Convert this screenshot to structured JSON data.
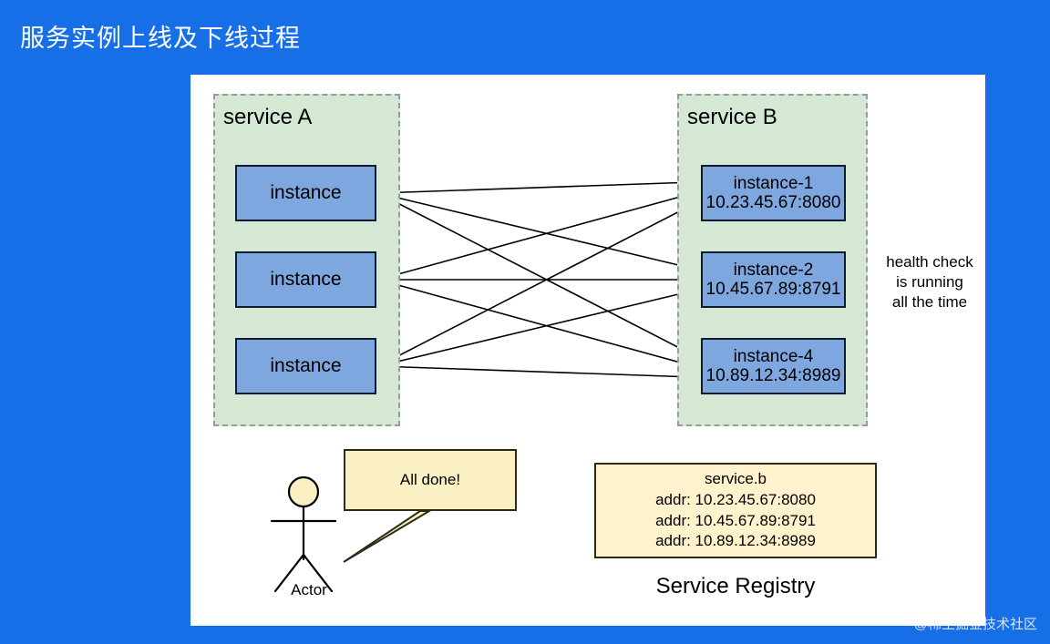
{
  "slide": {
    "title": "服务实例上线及下线过程",
    "background_color": "#176fe8",
    "canvas_color": "#ffffff",
    "watermark": "@稀土掘金技术社区"
  },
  "colors": {
    "group_fill": "#d5e8d4",
    "instance_fill": "#7ea7e0",
    "registry_fill": "#fff2cc",
    "bubble_fill": "#fbf0c4",
    "stroke": "#000000"
  },
  "service_a": {
    "title": "service A",
    "instances": [
      {
        "name": "instance"
      },
      {
        "name": "instance"
      },
      {
        "name": "instance"
      }
    ]
  },
  "service_b": {
    "title": "service B",
    "instances": [
      {
        "name": "instance-1",
        "addr": "10.23.45.67:8080"
      },
      {
        "name": "instance-2",
        "addr": "10.45.67.89:8791"
      },
      {
        "name": "instance-4",
        "addr": "10.89.12.34:8989"
      }
    ]
  },
  "health_note": {
    "line1": "health check",
    "line2": "is running",
    "line3": "all the time"
  },
  "registry": {
    "service_name": "service.b",
    "addresses": [
      "addr: 10.23.45.67:8080",
      "addr: 10.45.67.89:8791",
      "addr: 10.89.12.34:8989"
    ],
    "caption": "Service Registry"
  },
  "actor": {
    "label": "Actor",
    "speech": "All done!"
  }
}
